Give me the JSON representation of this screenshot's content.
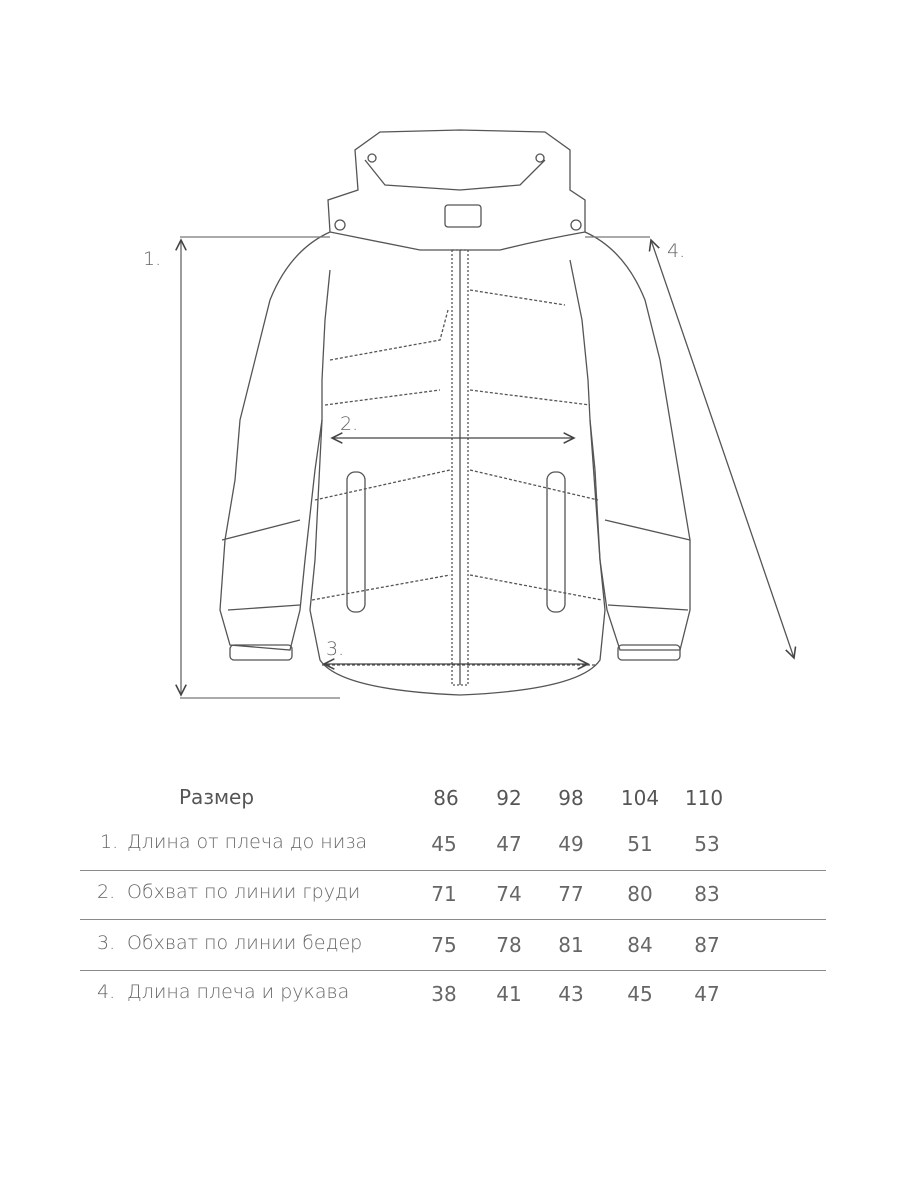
{
  "diagram": {
    "measurement_labels": [
      "1.",
      "2.",
      "3.",
      "4."
    ]
  },
  "table": {
    "header_label": "Размер",
    "sizes": [
      "86",
      "92",
      "98",
      "104",
      "110"
    ],
    "rows": [
      {
        "index": "1.",
        "label": "Длина от плеча до низа",
        "values": [
          "45",
          "47",
          "49",
          "51",
          "53"
        ]
      },
      {
        "index": "2.",
        "label": "Обхват по линии груди",
        "values": [
          "71",
          "74",
          "77",
          "80",
          "83"
        ]
      },
      {
        "index": "3.",
        "label": "Обхват по линии бедер",
        "values": [
          "75",
          "78",
          "81",
          "84",
          "87"
        ]
      },
      {
        "index": "4.",
        "label": "Длина плеча и рукава",
        "values": [
          "38",
          "41",
          "43",
          "45",
          "47"
        ]
      }
    ]
  }
}
